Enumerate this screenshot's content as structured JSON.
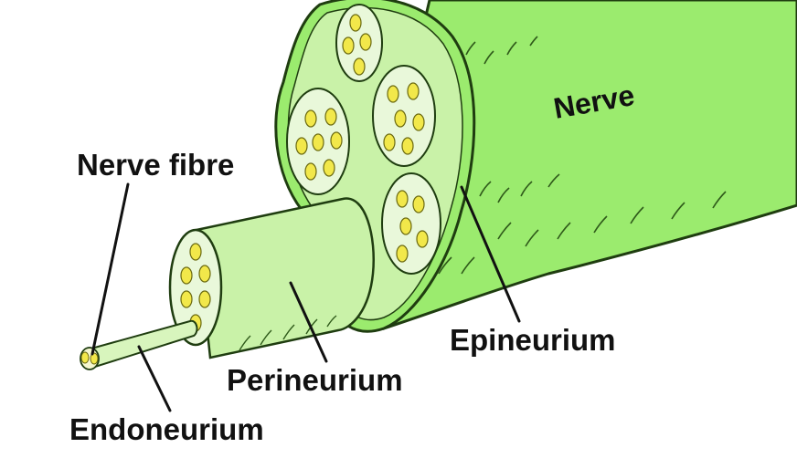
{
  "labels": {
    "nerve": "Nerve",
    "nerve_fibre": "Nerve fibre",
    "epineurium": "Epineurium",
    "perineurium": "Perineurium",
    "endoneurium": "Endoneurium"
  },
  "colors": {
    "nerve_green": "#9beb6e",
    "sheath_light": "#c9f2a8",
    "fascicle_pale": "#e9f8da",
    "fibre_yellow": "#f2e84a",
    "outline": "#1f3d10",
    "label_text": "#111111"
  }
}
